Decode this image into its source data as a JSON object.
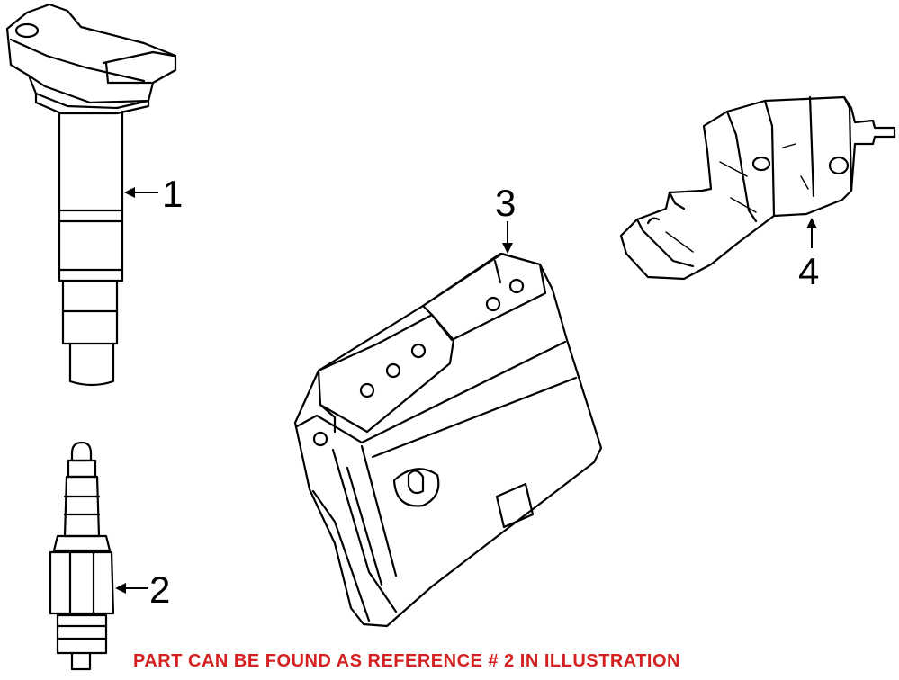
{
  "callouts": [
    {
      "id": "1",
      "label": "1"
    },
    {
      "id": "2",
      "label": "2"
    },
    {
      "id": "3",
      "label": "3"
    },
    {
      "id": "4",
      "label": "4"
    }
  ],
  "note": {
    "text": "PART CAN BE FOUND AS REFERENCE # 2 IN ILLUSTRATION",
    "color": "#d42020"
  }
}
